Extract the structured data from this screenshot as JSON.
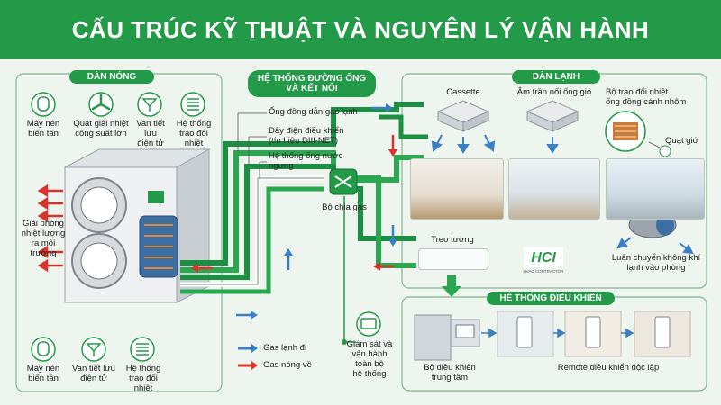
{
  "title": "CẤU TRÚC KỸ THUẬT VÀ NGUYÊN LÝ VẬN HÀNH",
  "outdoor": {
    "heading": "DÀN NÓNG",
    "top_items": [
      "Máy nén\nbiến tần",
      "Quạt giải nhiệt\ncông suất lớn",
      "Van tiết lưu\nđiện tử",
      "Hệ thống\ntrao đổi nhiệt"
    ],
    "release_label": "Giải phóng\nnhiệt lượng\nra môi trường",
    "bottom_items": [
      "Máy nén\nbiến tần",
      "Van tiết lưu\nđiện tử",
      "Hệ thống\ntrao đổi nhiệt"
    ]
  },
  "piping": {
    "heading": "HỆ THỐNG ĐƯỜNG ỐNG\nVÀ KẾT NỐI",
    "items": [
      "Ống đồng dẫn gas lạnh",
      "Dây điện điều khiển\n(tín hiệu DIII-NET)",
      "Hệ thống ống nước\nngưng"
    ],
    "splitter_label": "Bộ chia gas"
  },
  "indoor": {
    "heading": "DÀN LẠNH",
    "units": [
      "Cassette",
      "Âm trần nối ống gió"
    ],
    "coil_label": "Bộ trao đổi nhiệt\nống đồng cánh nhôm",
    "fan_label": "Quạt gió",
    "wall_label": "Treo tường",
    "cold_air_label": "Luân chuyển không khí\nlạnh vào phòng"
  },
  "control": {
    "heading": "HỆ THỐNG ĐIỀU KHIỂN",
    "monitor_label": "Giám sát và\nvận hành\ntoàn bộ\nhệ thống",
    "central_label": "Bộ điều khiển\ntrung tâm",
    "remote_label": "Remote điều khiển độc lập"
  },
  "legend": {
    "cold": "Gas lạnh đi",
    "hot": "Gas nóng về"
  },
  "logo": {
    "text": "HCI",
    "sub": "HVAC CONTRACTOR"
  },
  "colors": {
    "green": "#239a48",
    "dark_green": "#1f6b3a",
    "cold": "#3b7fc4",
    "hot": "#d9342b"
  },
  "icons": [
    "compressor-icon",
    "fan-icon",
    "valve-icon",
    "heat-exchanger-icon",
    "monitor-icon",
    "splitter-icon"
  ]
}
